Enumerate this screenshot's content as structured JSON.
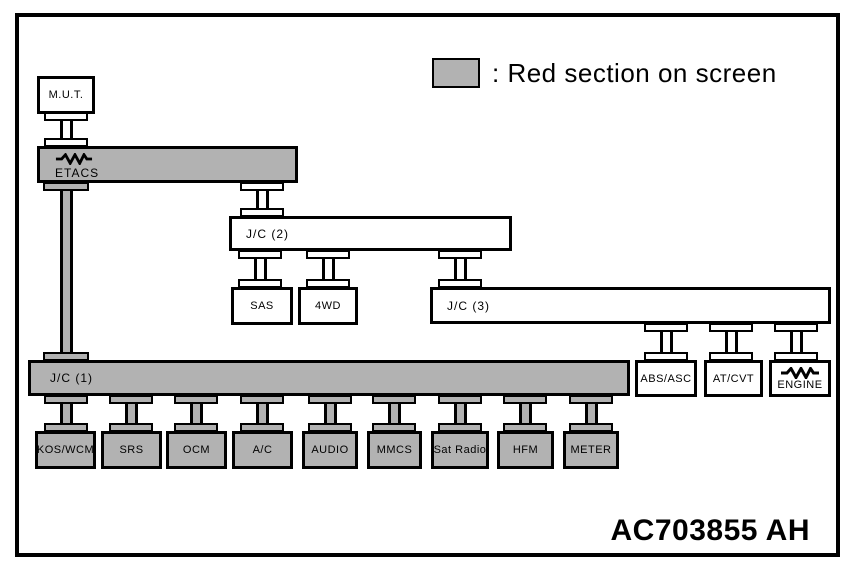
{
  "legend": {
    "label": ": Red section on screen",
    "swatch_color": "#b2b2b2"
  },
  "figure_code": "AC703855 AH",
  "colors": {
    "highlight_gray": "#b2b2b2",
    "line": "#000000",
    "background": "#ffffff"
  },
  "diagram": {
    "tool": {
      "label": "M.U.T."
    },
    "buses": {
      "etacs": {
        "label": "ETACS",
        "highlighted": true,
        "terminating_resistor": true
      },
      "jc2": {
        "label": "J/C (2)",
        "highlighted": false
      },
      "jc3": {
        "label": "J/C (3)",
        "highlighted": false
      },
      "jc1": {
        "label": "J/C (1)",
        "highlighted": true
      }
    },
    "jc2_branch": [
      {
        "label": "SAS"
      },
      {
        "label": "4WD"
      }
    ],
    "jc3_branch": [
      {
        "label": "ABS/ASC"
      },
      {
        "label": "AT/CVT"
      },
      {
        "label": "ENGINE",
        "terminating_resistor": true
      }
    ],
    "jc1_branch": [
      {
        "label": "KOS/WCM"
      },
      {
        "label": "SRS"
      },
      {
        "label": "OCM"
      },
      {
        "label": "A/C"
      },
      {
        "label": "AUDIO"
      },
      {
        "label": "MMCS"
      },
      {
        "label": "Sat Radio"
      },
      {
        "label": "HFM"
      },
      {
        "label": "METER"
      }
    ]
  }
}
